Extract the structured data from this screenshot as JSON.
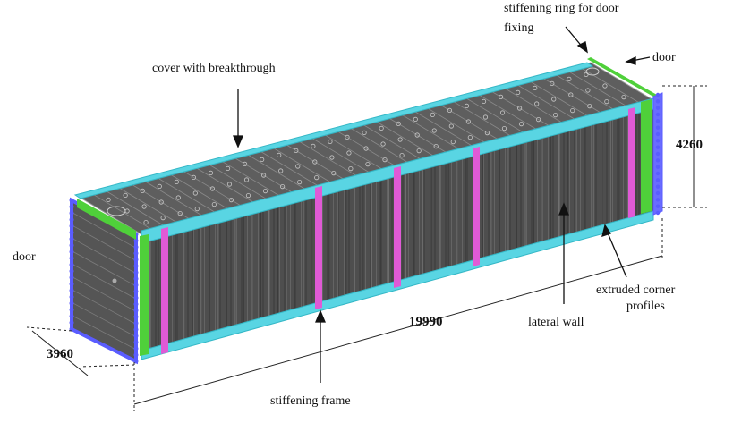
{
  "labels": {
    "ring_line1": "stiffening ring for door",
    "ring_line2": "fixing",
    "door_right": "door",
    "cover": "cover with breakthrough",
    "door_left": "door",
    "corner_line1": "extruded corner",
    "corner_line2": "profiles",
    "lateral": "lateral wall",
    "frame": "stiffening frame"
  },
  "dimensions": {
    "height": "4260",
    "length": "19990",
    "width": "3960"
  },
  "colors": {
    "panel": "#505050",
    "panel_line": "#777777",
    "top": "#606060",
    "edge": "#59d5e3",
    "edge_dark": "#34b7c6",
    "ring": "#4fd03a",
    "frame": "#e05ad6",
    "door_border": "#5a5cff"
  }
}
